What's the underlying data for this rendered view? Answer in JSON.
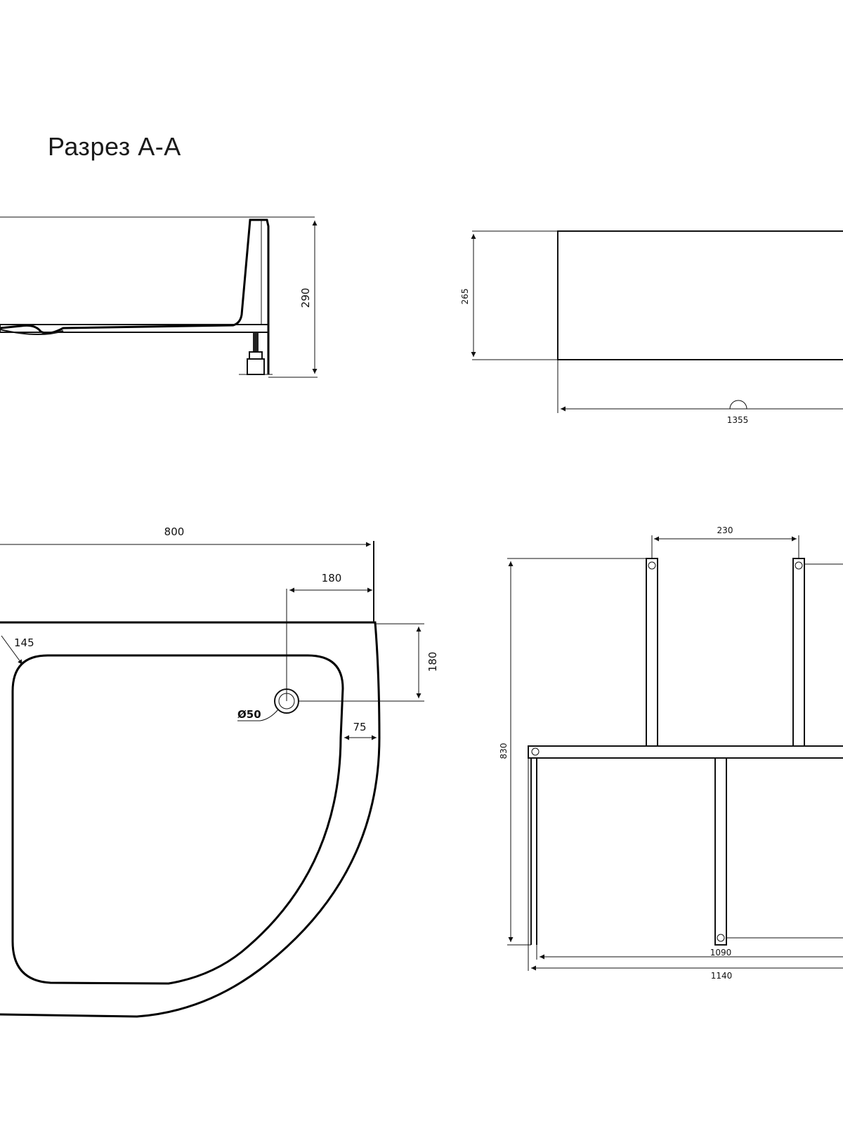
{
  "section": {
    "title": "Разрез А-А"
  },
  "dims": {
    "height_290": "290",
    "height_265": "265",
    "length_1355": "1355",
    "width_800": "800",
    "drain_180_h": "180",
    "drain_180_v": "180",
    "radius_145": "145",
    "drain_diameter": "Ø50",
    "rim_75": "75",
    "frame_230": "230",
    "frame_830": "830",
    "frame_1090": "1090",
    "frame_1140": "1140"
  }
}
